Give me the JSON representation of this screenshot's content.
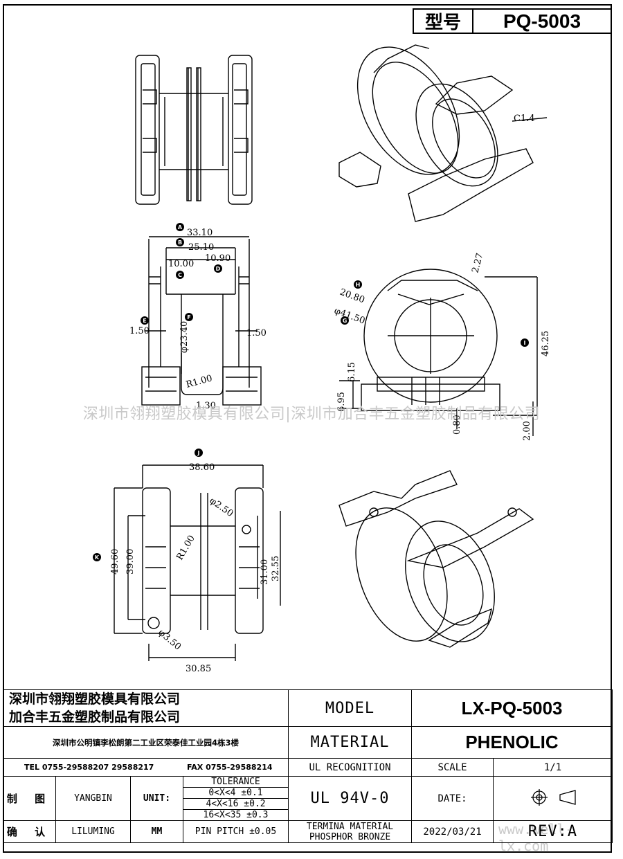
{
  "header": {
    "model_label": "型号",
    "model_value": "PQ-5003"
  },
  "callout": {
    "chamfer": "C1.4"
  },
  "dims_side": {
    "A": "33.10",
    "B": "25.10",
    "C": "10.00",
    "D": "10.90",
    "E_left": "1.50",
    "E_right": "1.50",
    "F": "φ23.40",
    "R": "R1.00",
    "bottom": "1.30",
    "markers": [
      "A",
      "B",
      "C",
      "D",
      "E",
      "F"
    ]
  },
  "dims_front": {
    "H_small": "2.27",
    "H": "20.80",
    "G": "φ41.50",
    "I": "46.25",
    "h1": "6.15",
    "h2": "6.95",
    "h3": "0.80",
    "h4": "2.00",
    "markers": [
      "H",
      "G",
      "I"
    ]
  },
  "dims_bottom": {
    "J": "38.60",
    "K": "49.60",
    "k1": "39.00",
    "hole1": "φ2.50",
    "r": "R1.00",
    "k2": "31.00",
    "k3": "32.55",
    "hole2": "φ3.50",
    "w": "30.85",
    "markers": [
      "J",
      "K"
    ]
  },
  "watermark": "深圳市翎翔塑胶模具有限公司|深圳市加合丰五金塑胶制品有限公司",
  "watermark_url": "www.well-lx.com",
  "title_block": {
    "company1": "深圳市翎翔塑胶模具有限公司",
    "company2": "加合丰五金塑胶制品有限公司",
    "address": "深圳市公明镇李松朗第二工业区荣泰佳工业园4栋3楼",
    "tel": "TEL 0755-29588207 29588217",
    "fax": "FAX 0755-29588214",
    "model_label": "MODEL",
    "model_value": "LX-PQ-5003",
    "material_label": "MATERIAL",
    "material_value": "PHENOLIC",
    "ul_label": "UL RECOGNITION",
    "ul_value": "UL 94V-0",
    "scale_label": "SCALE",
    "scale_value": "1/1",
    "date_label": "DATE:",
    "date_value": "2022/03/21",
    "rev": "REV:A",
    "drawn_label": "制 图",
    "drawn_value": "YANGBIN",
    "check_label": "确 认",
    "check_value": "LILUMING",
    "unit_label": "UNIT:",
    "unit_value": "MM",
    "tolerance_header": "TOLERANCE",
    "tolerances": [
      {
        "range": "0<X<4",
        "tol": "±0.1"
      },
      {
        "range": "4<X<16",
        "tol": "±0.2"
      },
      {
        "range": "16<X<35",
        "tol": "±0.3"
      },
      {
        "range": "PIN PITCH",
        "tol": "±0.05"
      }
    ],
    "termina_material": "TERMINA MATERIAL",
    "termina_value": "PHOSPHOR BRONZE"
  }
}
